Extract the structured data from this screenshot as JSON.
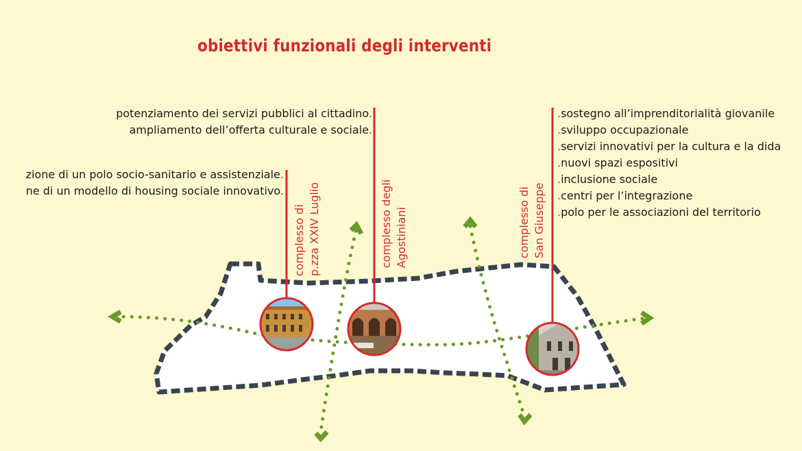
{
  "title": "obiettivi funzionali degli interventi",
  "colors": {
    "background": "#fdf8d0",
    "accent_red": "#d42a2a",
    "green_path": "#6a9a2a",
    "outline": "#3a4350",
    "area_fill": "#ffffff"
  },
  "groups": [
    {
      "label_lines": [
        "complesso di",
        "p.zza XXIV Luglio"
      ],
      "photo_icon": "building-photo-icon",
      "objectives": [
        "zione di un polo socio-sanitario e assistenziale",
        "ne di un modello di housing sociale innovativo"
      ]
    },
    {
      "label_lines": [
        "complesso degli",
        "Agostiniani"
      ],
      "photo_icon": "cloister-photo-icon",
      "objectives": [
        "potenziamento dei servizi pubblici al cittadino",
        "ampliamento dell’offerta culturale e sociale"
      ]
    },
    {
      "label_lines": [
        "complesso di",
        "San Giuseppe"
      ],
      "photo_icon": "church-photo-icon",
      "objectives": [
        "sostegno all’imprenditorialità giovanile",
        "sviluppo occupazionale",
        "servizi innovativi per la cultura e la dida",
        "nuovi spazi espositivi",
        "inclusione sociale",
        "centri per l’integrazione",
        "polo per le associazioni del territorio"
      ]
    }
  ],
  "bullet_mark": "."
}
